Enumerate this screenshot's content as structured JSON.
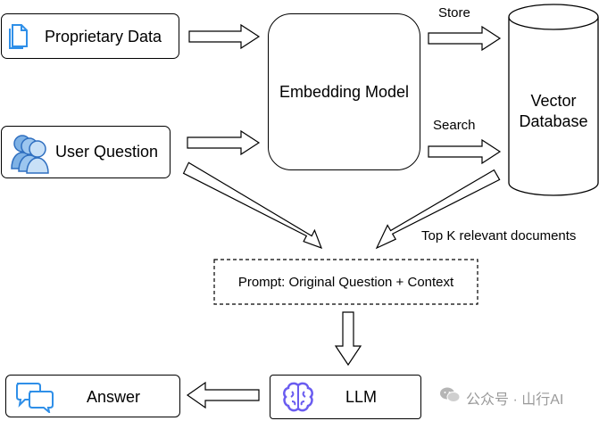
{
  "nodes": {
    "proprietary_data": "Proprietary Data",
    "user_question": "User Question",
    "embedding_model": "Embedding Model",
    "vector_database": "Vector\nDatabase",
    "prompt": "Prompt: Original Question + Context",
    "llm": "LLM",
    "answer": "Answer"
  },
  "edges": {
    "store": "Store",
    "search": "Search",
    "top_k": "Top K relevant documents"
  },
  "watermark": "公众号 · 山行AI",
  "icons": {
    "proprietary_data": "document-icon",
    "user_question": "users-icon",
    "llm": "brain-icon",
    "answer": "chat-bubbles-icon",
    "watermark": "wechat-icon"
  },
  "colors": {
    "icon_blue": "#2f8fe8",
    "brain_purple": "#6a5cf0"
  }
}
